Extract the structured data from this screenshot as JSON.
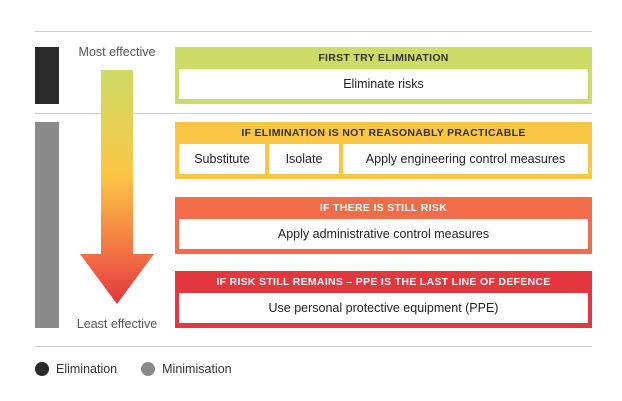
{
  "colors": {
    "elimination": "#2a2a2a",
    "minimisation": "#8a8a8a",
    "green": "#cddc66",
    "yellow": "#fcc645",
    "orange": "#f26c4a",
    "red": "#e3363e"
  },
  "labels": {
    "most_effective": "Most effective",
    "least_effective": "Least effective"
  },
  "levels": [
    {
      "heading": "FIRST TRY ELIMINATION",
      "boxes": [
        "Eliminate risks"
      ]
    },
    {
      "heading": "IF ELIMINATION IS NOT REASONABLY PRACTICABLE",
      "boxes": [
        "Substitute",
        "Isolate",
        "Apply engineering control measures"
      ]
    },
    {
      "heading": "IF THERE IS STILL RISK",
      "boxes": [
        "Apply administrative control measures"
      ]
    },
    {
      "heading": "IF RISK STILL REMAINS – PPE IS THE LAST LINE OF DEFENCE",
      "boxes": [
        "Use personal protective equipment (PPE)"
      ]
    }
  ],
  "legend": [
    {
      "label": "Elimination",
      "color": "#2a2a2a"
    },
    {
      "label": "Minimisation",
      "color": "#8a8a8a"
    }
  ]
}
